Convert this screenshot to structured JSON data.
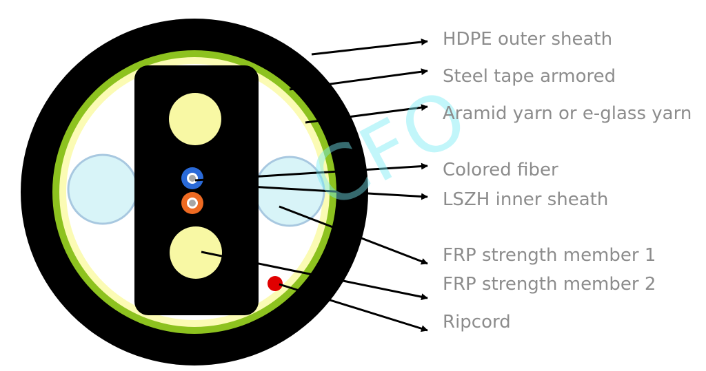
{
  "diagram": {
    "labels": [
      {
        "id": "hdpe-outer-sheath",
        "text": "HDPE outer sheath"
      },
      {
        "id": "steel-tape-armored",
        "text": "Steel tape armored"
      },
      {
        "id": "aramid-yarn",
        "text": "Aramid yarn or e-glass yarn"
      },
      {
        "id": "colored-fiber",
        "text": "Colored fiber"
      },
      {
        "id": "lszh-inner-sheath",
        "text": "LSZH inner sheath"
      },
      {
        "id": "frp-strength-member-1",
        "text": "FRP strength member 1"
      },
      {
        "id": "frp-strength-member-2",
        "text": "FRP strength member 2"
      },
      {
        "id": "ripcord",
        "text": "Ripcord"
      }
    ],
    "watermark": "CFO",
    "colors": {
      "outer_sheath": "#000000",
      "steel_tape": "#8dc21f",
      "yarn_fill": "#fbfbb4",
      "inner_fill": "#ffffff",
      "strength_member": "#d8f4f8",
      "strength_member_outline": "#a8c8e0",
      "fiber_core": "#f8f8a4",
      "fiber_blue": "#2a6ad8",
      "fiber_orange": "#ee6a22",
      "ripcord": "#e00000",
      "label_text": "#8c8c8c",
      "arrow": "#000000"
    }
  }
}
